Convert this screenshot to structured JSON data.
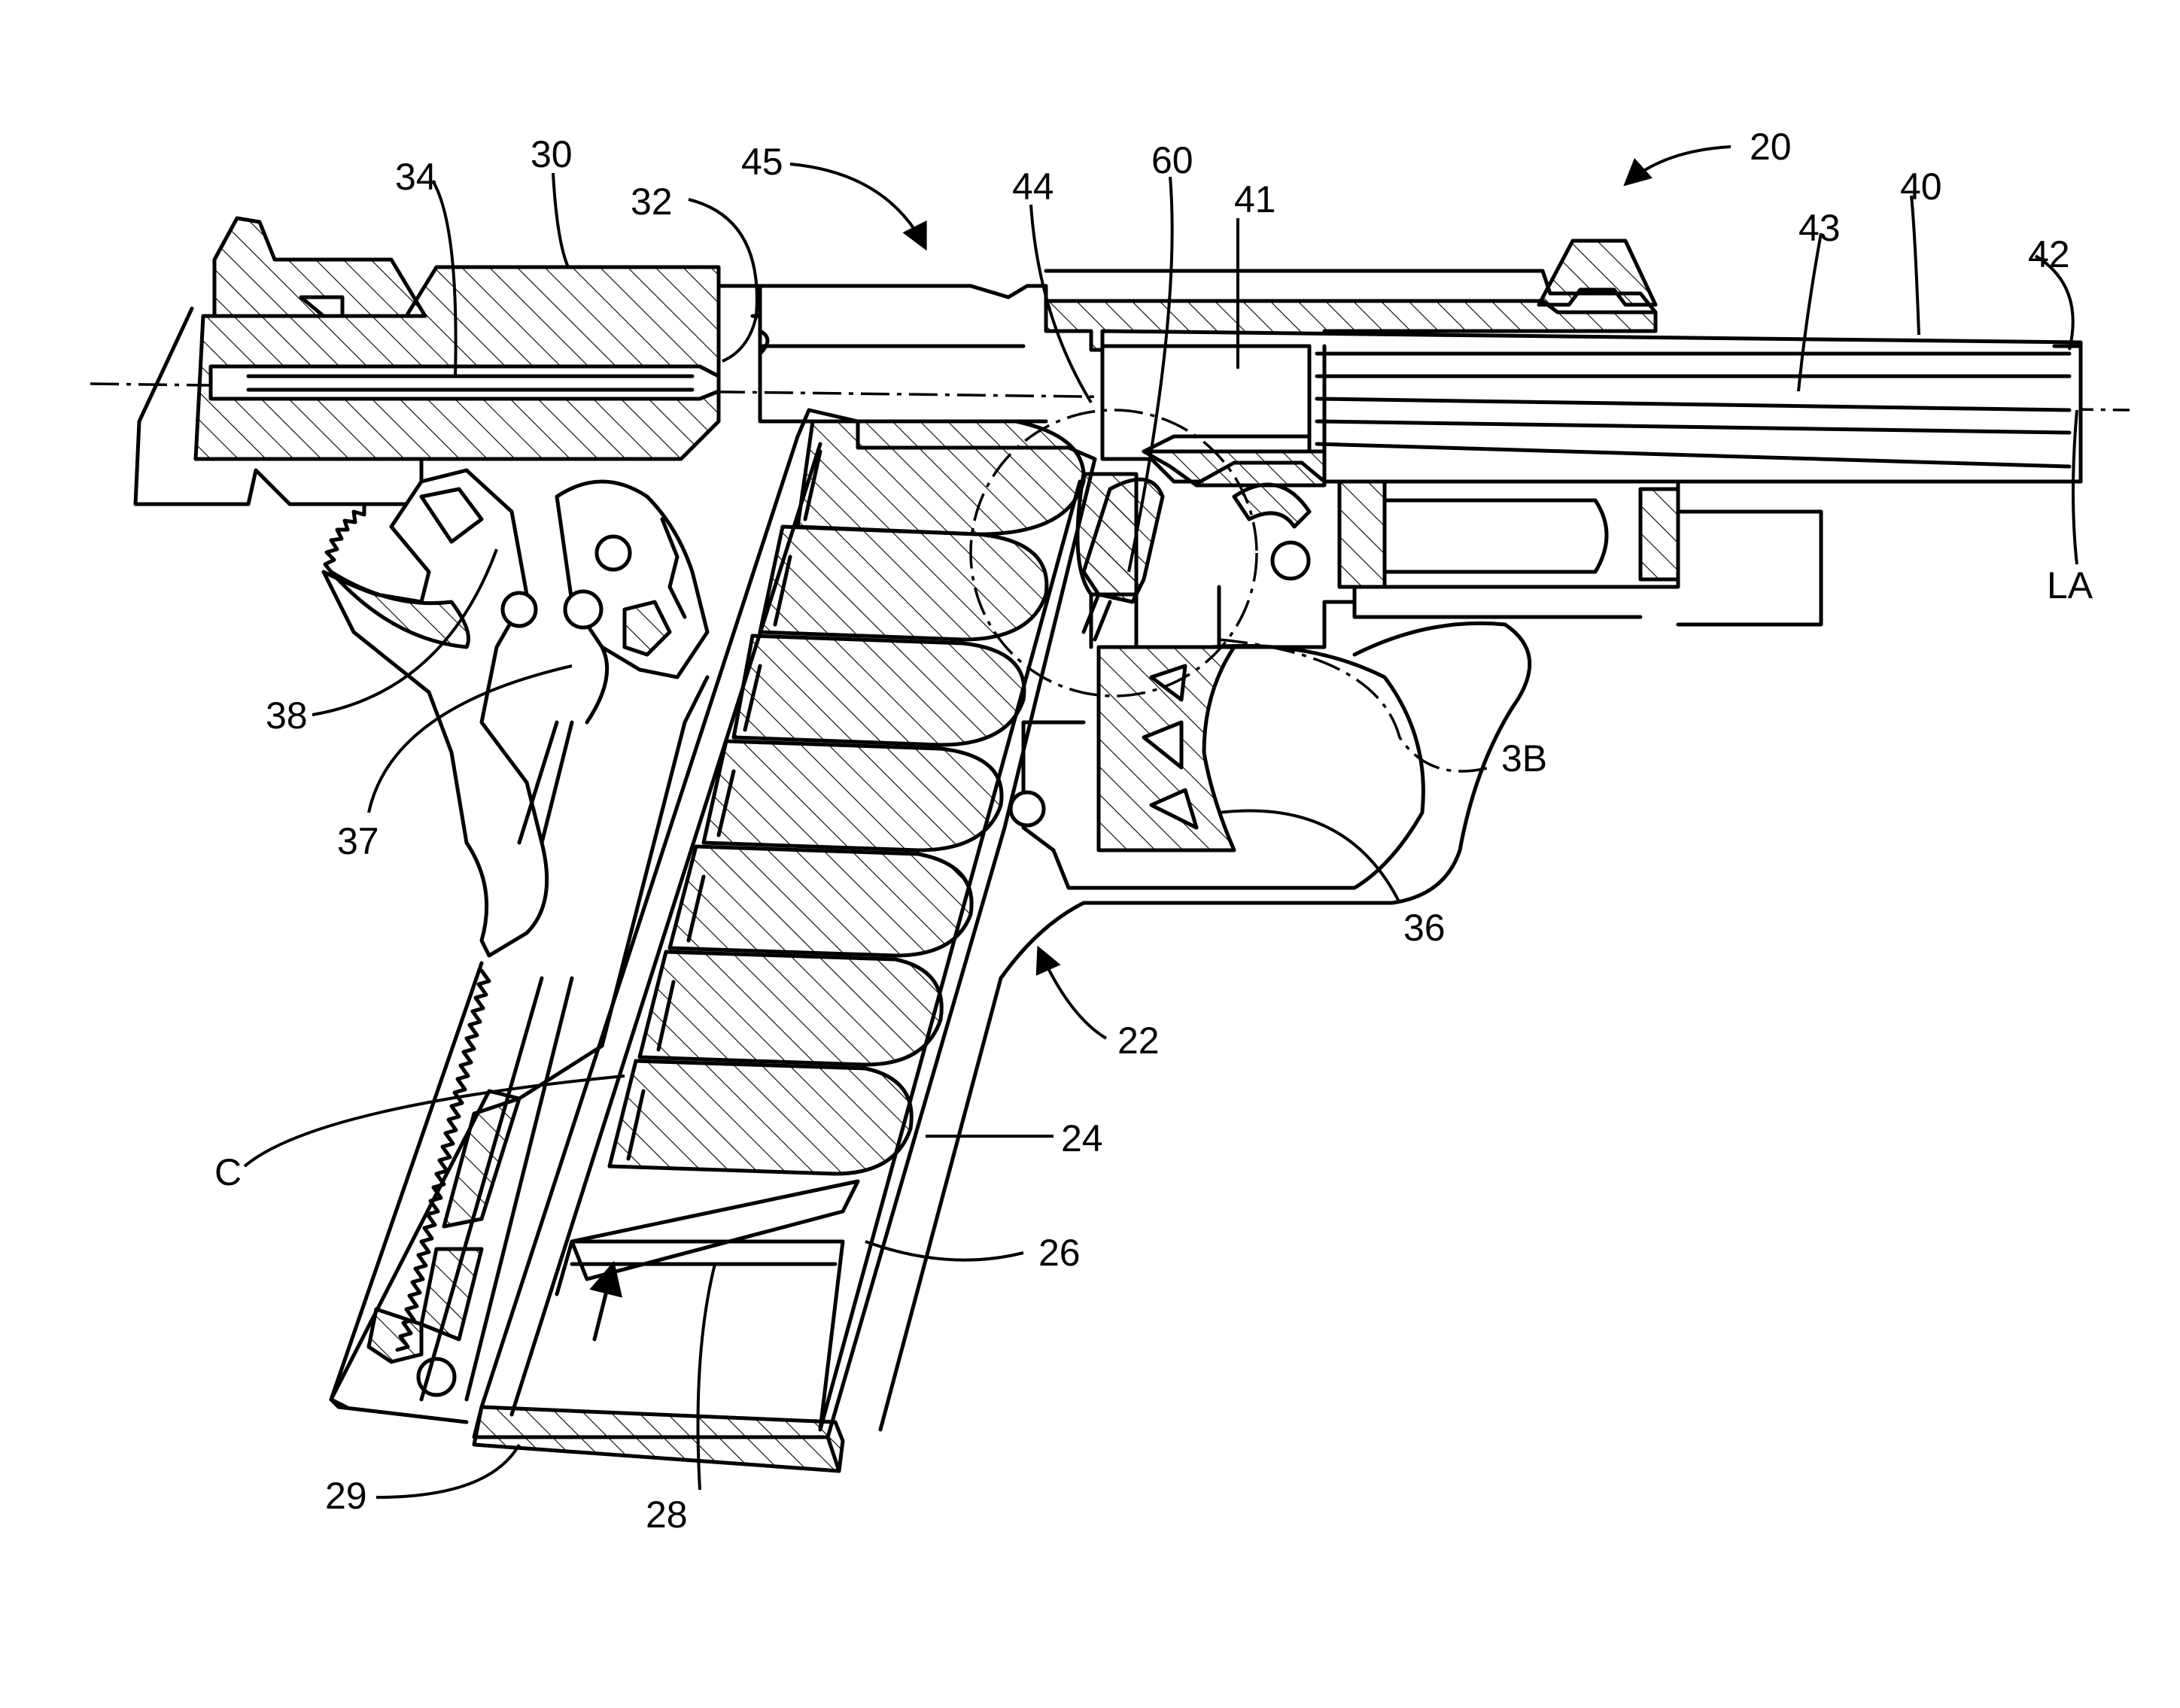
{
  "labels": {
    "l20": "20",
    "l22": "22",
    "l24": "24",
    "l26": "26",
    "l28": "28",
    "l29": "29",
    "l30": "30",
    "l32": "32",
    "l34": "34",
    "l36": "36",
    "l37": "37",
    "l38": "38",
    "l40": "40",
    "l41": "41",
    "l42": "42",
    "l43": "43",
    "l44": "44",
    "l45": "45",
    "l60": "60",
    "lC": "C",
    "l3B": "3B",
    "lLA": "LA"
  }
}
